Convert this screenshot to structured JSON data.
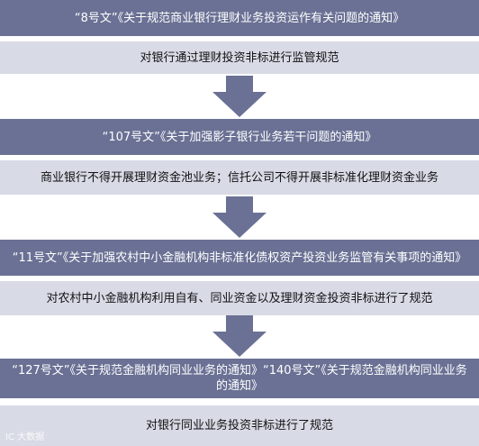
{
  "colors": {
    "doc_bar": "#6a7194",
    "desc_bar": "#d8dbe6",
    "arrow": "#6a7194"
  },
  "steps": [
    {
      "doc": "“8号文”《关于规范商业银行理财业务投资运作有关问题的通知》",
      "desc": "对银行通过理财投资非标进行监管规范"
    },
    {
      "doc": "“107号文”《关于加强影子银行业务若干问题的通知》",
      "desc": "商业银行不得开展理财资金池业务；信托公司不得开展非标准化理财资金业务"
    },
    {
      "doc": "“11号文”《关于加强农村中小金融机构非标准化债权资产投资业务监管有关事项的通知》",
      "desc": "对农村中小金融机构利用自有、同业资金以及理财资金投资非标进行了规范"
    },
    {
      "doc": "“127号文”《关于规范金融机构同业业务的通知》“140号文”《关于规范金融机构同业业务的通知》",
      "desc": "对银行同业业务投资非标进行了规范"
    }
  ],
  "watermark": "IC 大数据"
}
